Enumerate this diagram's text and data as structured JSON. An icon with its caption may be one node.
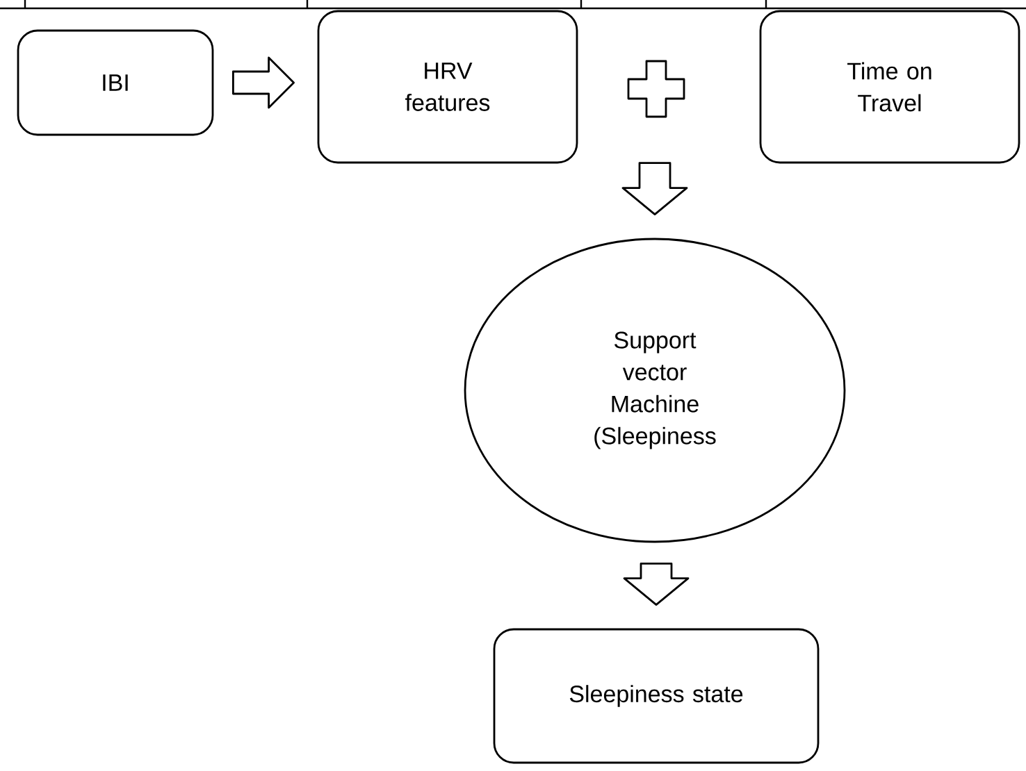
{
  "diagram": {
    "nodes": [
      {
        "text": [
          "IBI"
        ]
      },
      {
        "text": [
          "HRV features"
        ]
      },
      {
        "text": [
          "Time on Travel"
        ]
      },
      {
        "text": [
          "Support vector Machine (Sleepiness"
        ]
      },
      {
        "text": [
          "Sleepiness state"
        ]
      }
    ],
    "edges": [
      {
        "from": 0,
        "to": 1,
        "arrow": "to"
      },
      {
        "from": null,
        "to": 3,
        "arrow": "to"
      },
      {
        "from": 3,
        "to": 4,
        "arrow": "to"
      }
    ]
  }
}
